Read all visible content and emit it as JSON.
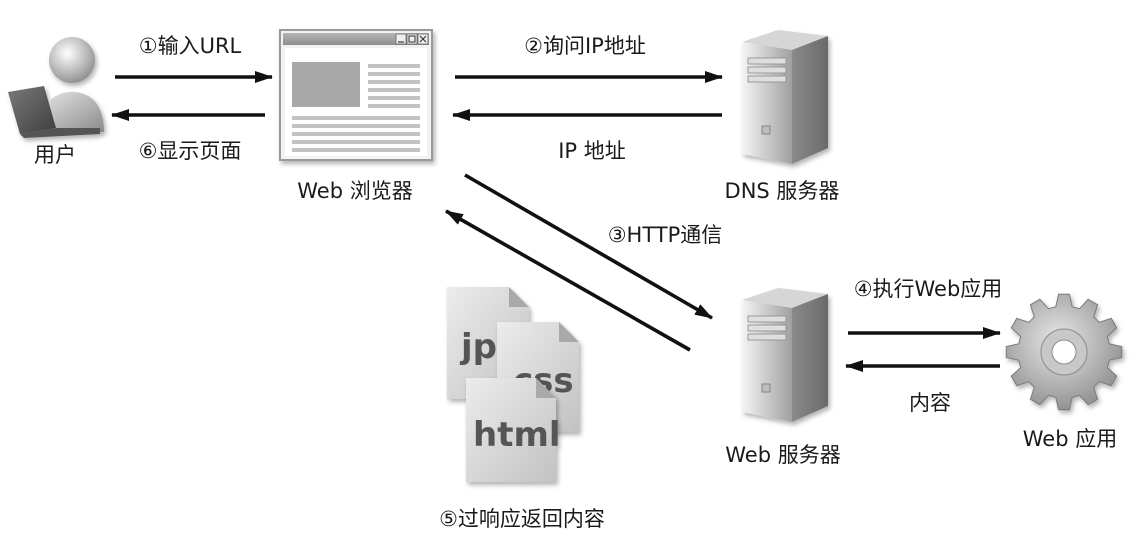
{
  "user": {
    "label": "用户"
  },
  "browser": {
    "label": "Web 浏览器"
  },
  "dns_server": {
    "label": "DNS 服务器"
  },
  "web_server": {
    "label": "Web 服务器"
  },
  "web_app": {
    "label": "Web 应用"
  },
  "steps": {
    "input_url": "①输入URL",
    "show_page": "⑥显示页面",
    "ask_ip": "②询问IP地址",
    "ip_address": "IP 地址",
    "http": "③HTTP通信",
    "run_app": "④执行Web应用",
    "content": "内容",
    "return_content": "⑤过响应返回内容"
  },
  "files": [
    {
      "label": "jpg"
    },
    {
      "label": "css"
    },
    {
      "label": "html"
    }
  ],
  "colors": {
    "arrow": "#111111",
    "text": "#1a1a1a",
    "icon_gray": "#9e9e9e"
  },
  "icons": {
    "user": "user-with-laptop-icon",
    "browser": "browser-window-icon",
    "server": "server-tower-icon",
    "app": "gear-icon",
    "file": "document-icon"
  }
}
